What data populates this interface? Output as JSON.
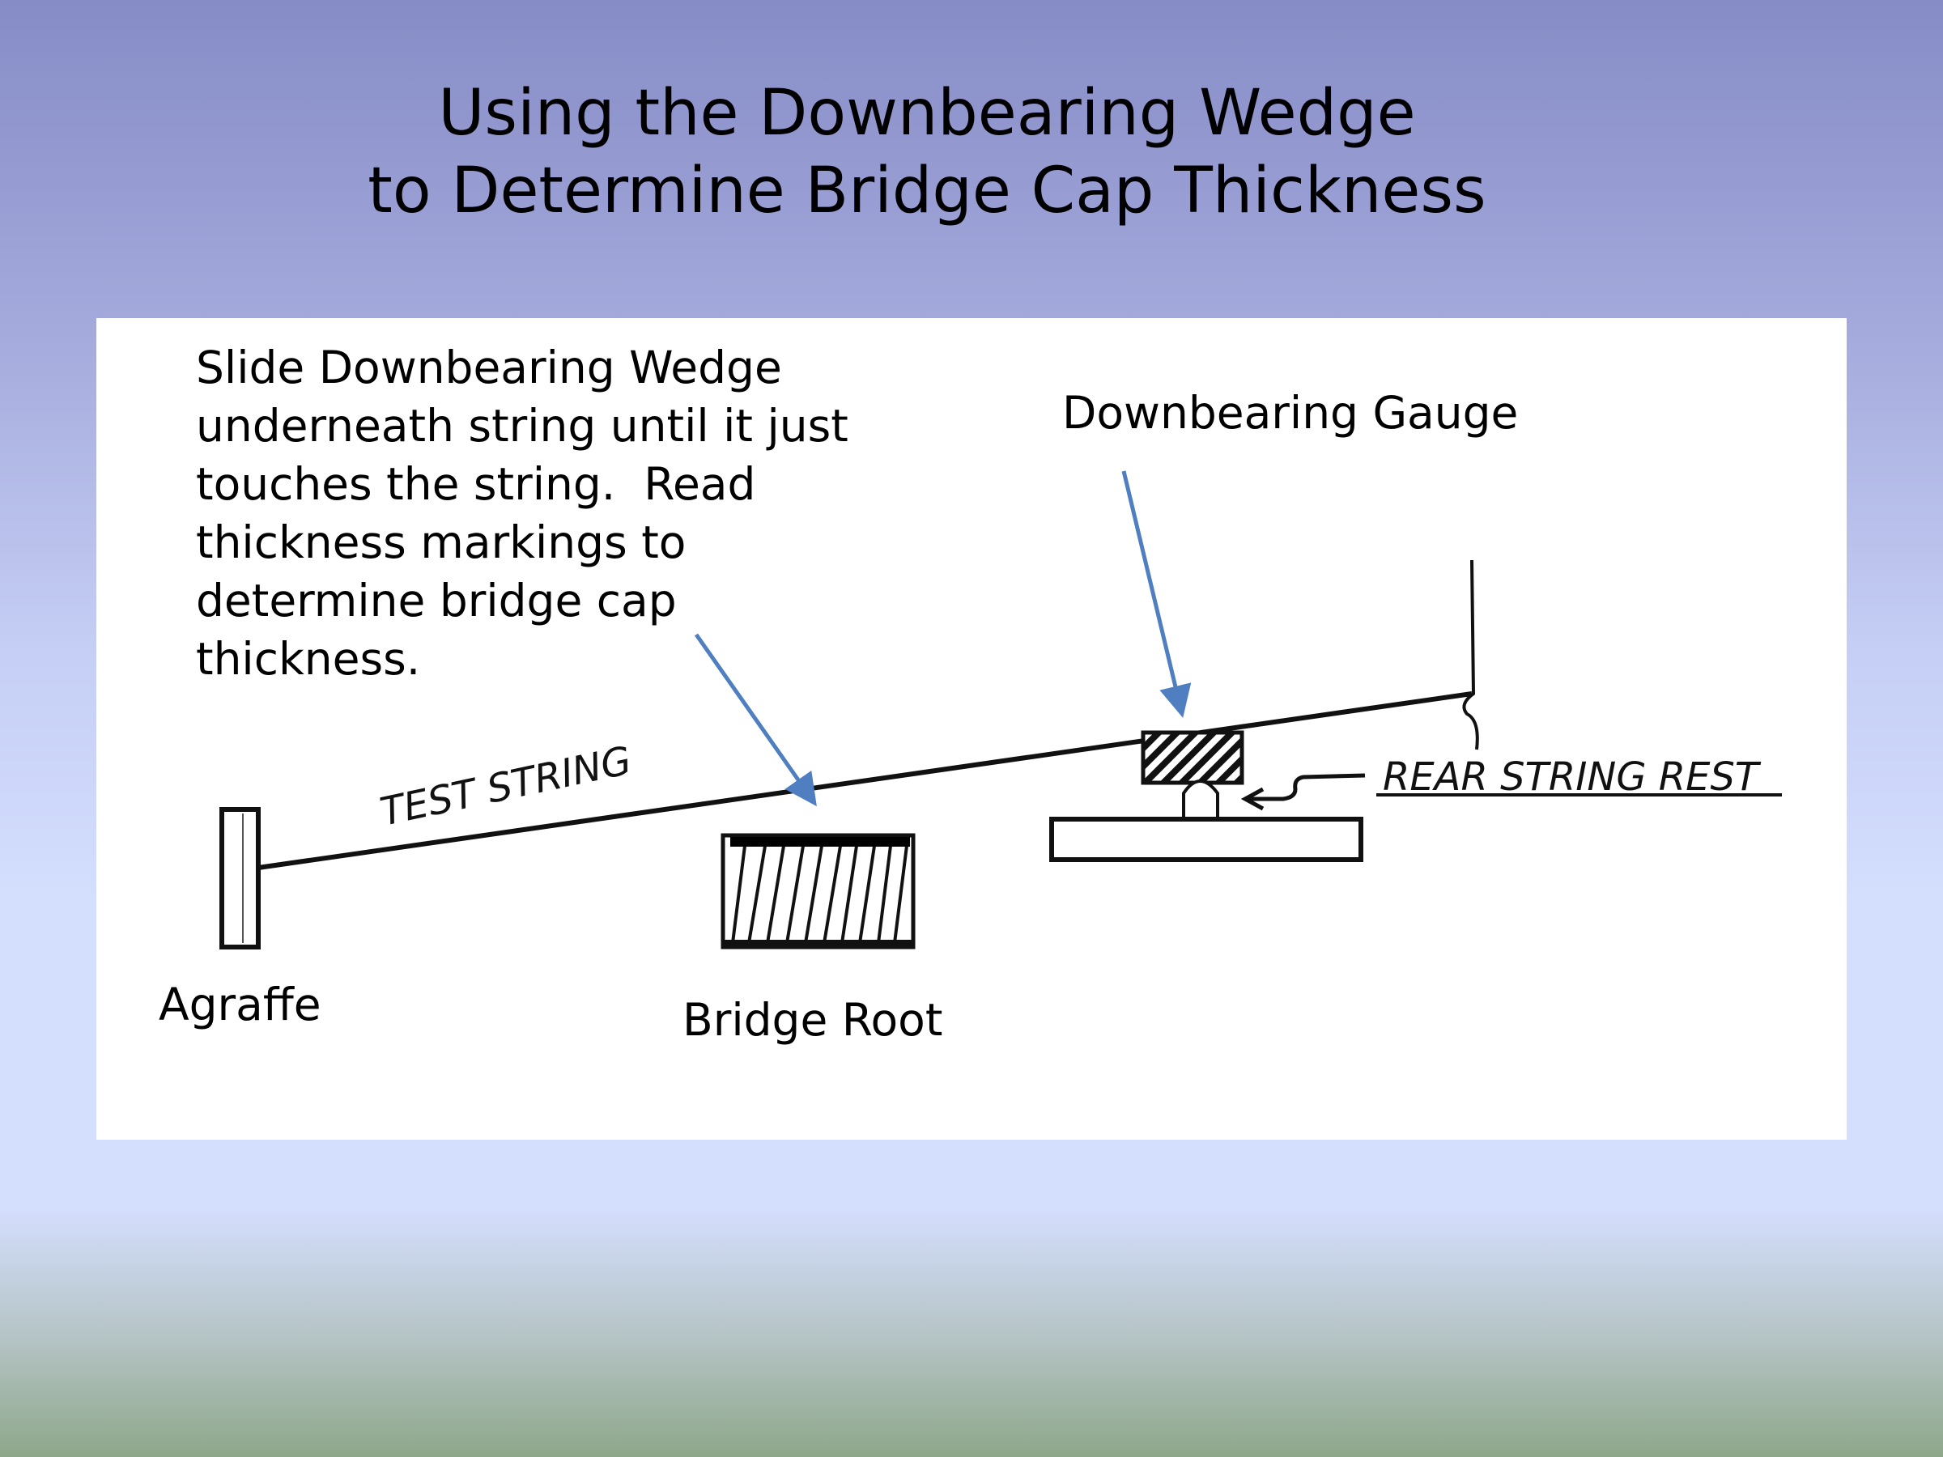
{
  "title": {
    "line1": "Using the Downbearing Wedge",
    "line2": "to Determine Bridge Cap Thickness"
  },
  "instructions": [
    "Slide Downbearing Wedge",
    "underneath string until it just",
    "touches the string.  Read",
    "thickness markings to",
    "determine bridge cap",
    "thickness."
  ],
  "labels": {
    "gauge": "Downbearing Gauge",
    "agraffe": "Agraffe",
    "bridge_root": "Bridge Root"
  },
  "sketch_labels": {
    "test_string": "TEST STRING",
    "rear_string_rest": "REAR STRING REST"
  },
  "colors": {
    "arrow": "#4f7fc0"
  }
}
